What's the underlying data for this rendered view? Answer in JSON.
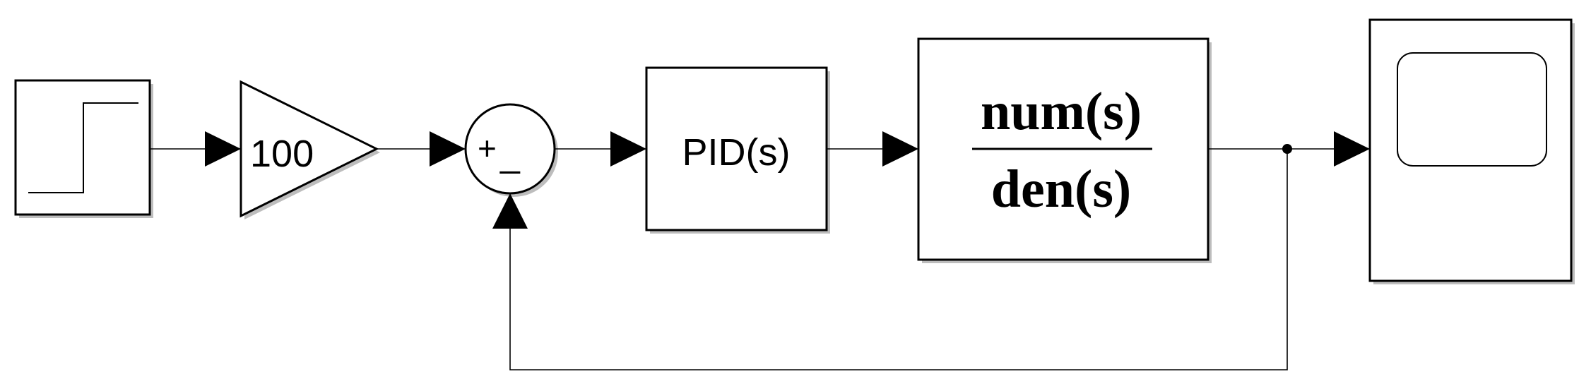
{
  "diagram": {
    "gain_block": {
      "value": "100"
    },
    "sum_block": {
      "plus": "+",
      "minus": "_"
    },
    "pid_block": {
      "label": "PID(s)"
    },
    "transfer_fcn_block": {
      "numerator": "num(s)",
      "denominator": "den(s)"
    }
  }
}
